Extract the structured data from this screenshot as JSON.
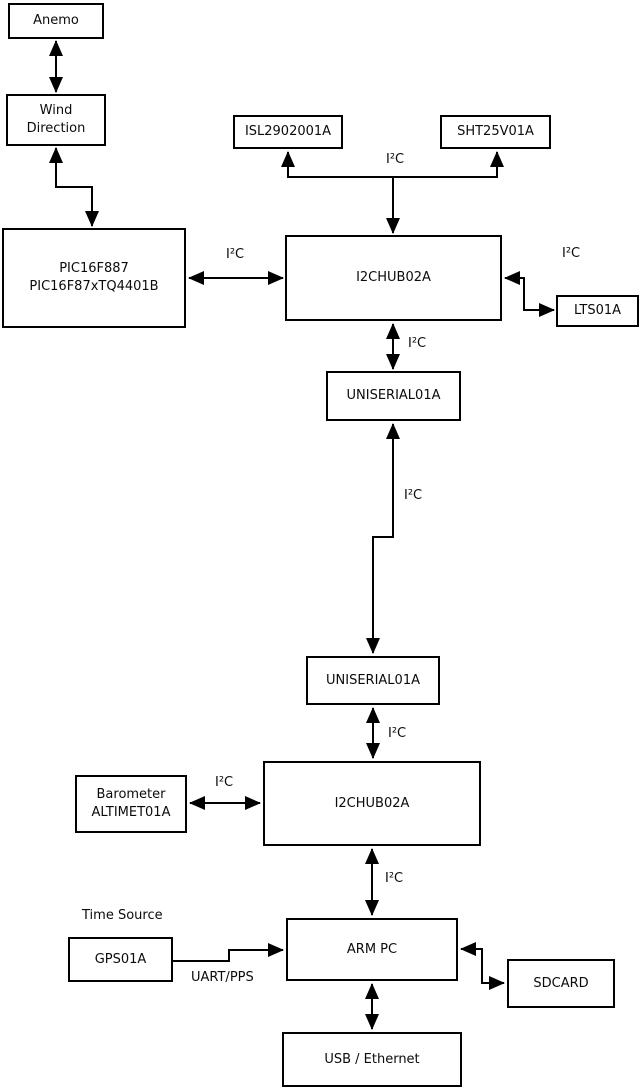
{
  "diagram": {
    "background_color": "#ffffff",
    "line_color": "#000000",
    "text_color": "#0b0b0b"
  },
  "nodes": {
    "anemo": {
      "label": "Anemo"
    },
    "wind_direction": {
      "label": "Wind\nDirection"
    },
    "pic": {
      "label": "PIC16F887\nPIC16F87xTQ4401B"
    },
    "isl": {
      "label": "ISL2902001A"
    },
    "sht": {
      "label": "SHT25V01A"
    },
    "i2chub_top": {
      "label": "I2CHUB02A"
    },
    "lts": {
      "label": "LTS01A"
    },
    "uniserial_top": {
      "label": "UNISERIAL01A"
    },
    "uniserial_bottom": {
      "label": "UNISERIAL01A"
    },
    "i2chub_bottom": {
      "label": "I2CHUB02A"
    },
    "barometer": {
      "label": "Barometer\nALTIMET01A"
    },
    "gps": {
      "label": "GPS01A"
    },
    "arm_pc": {
      "label": "ARM PC"
    },
    "sdcard": {
      "label": "SDCARD"
    },
    "usb_ethernet": {
      "label": "USB / Ethernet"
    }
  },
  "labels": {
    "i2c": "I²C",
    "uart_pps": "UART/PPS",
    "time_source": "Time Source"
  }
}
